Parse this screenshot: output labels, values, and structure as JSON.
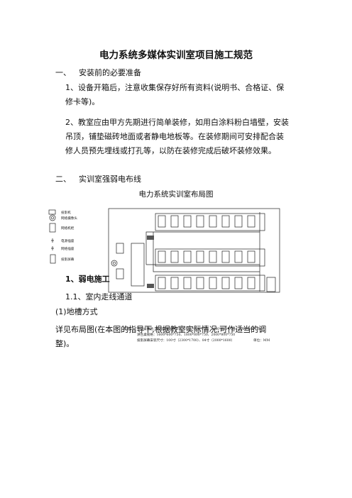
{
  "title": "电力系统多媒体实训室项目施工规范",
  "section1": {
    "num": "一、",
    "heading": "安装前的必要准备"
  },
  "item1": {
    "line1": "1、设备开箱后，注意收集保存好所有资料(说明书、合格证、保",
    "line2": "修卡等)。"
  },
  "item2": {
    "line1": "2、教室应由甲方先期进行简单装修，如用白涂料粉白墙壁，安装",
    "line2": "吊顶，铺垫磁砖地面或者静电地板等。在装修期间可安排配合装",
    "line3": "修人员预先埋线或打孔等，以防在装修完成后破坏装修效果。"
  },
  "section2": {
    "num": "二、",
    "heading": "实训室强弱电布线"
  },
  "figure": {
    "title": "电力系统实训室布局图",
    "legend": [
      "投影机",
      "网络摄像头",
      "网络机柜",
      "电源插座",
      "网络插座",
      "投影屏幕"
    ],
    "notes": {
      "label": "说明：",
      "line1": "学员桌规格：1200*600*750、1600*600*750、1600*800*750、2000*600*750",
      "line2": "讲台桌规格：1600*600*750、1800*800*750、2000*800*750",
      "line3": "投影屏幕安装尺寸：100寸（2300*1700）、84寸（2000*1600）",
      "unit": "单位：MM"
    }
  },
  "sub1": "1、弱电施工",
  "sub1_1": "1.1、室内走线通道",
  "item3": "(1)地槽方式",
  "item4": {
    "line1": "详见布局图(在本图的指导下,根据教室实际情况,可作适当的调",
    "line2": "整)。"
  },
  "colors": {
    "text": "#111111",
    "line": "#222222"
  }
}
